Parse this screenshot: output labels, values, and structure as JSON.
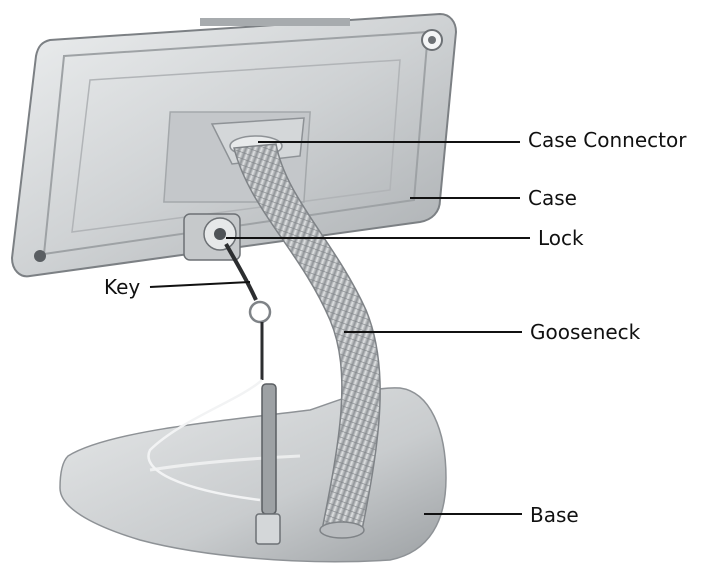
{
  "labels": {
    "case_connector": "Case Connector",
    "case": "Case",
    "lock": "Lock",
    "key": "Key",
    "gooseneck": "Gooseneck",
    "base": "Base"
  },
  "colors": {
    "metal_light": "#d9dbdd",
    "metal_mid": "#b9bcbf",
    "metal_dark": "#8e9296",
    "leader_line": "#111111",
    "text": "#111111"
  }
}
